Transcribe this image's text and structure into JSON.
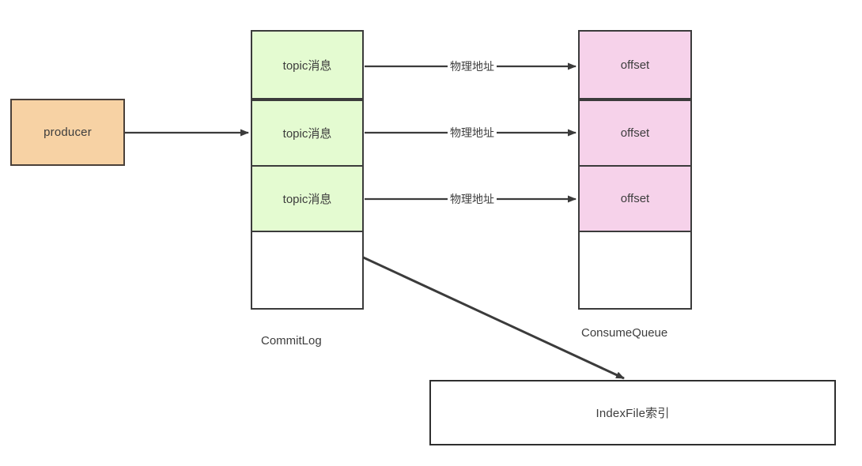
{
  "diagram": {
    "title": "RocketMQ CommitLog / ConsumeQueue / IndexFile storage diagram",
    "background": "#ffffff",
    "colors": {
      "producer_fill": "#f7d2a4",
      "producer_stroke": "#4a4039",
      "commitlog_fill": "#e4fbd1",
      "consumequeue_fill": "#f6d2ea",
      "box_stroke": "#3b3b3b",
      "line": "#3b3b3b",
      "text": "#3d3d3d"
    }
  },
  "producer": {
    "label": "producer"
  },
  "commitlog": {
    "caption": "CommitLog",
    "cells": [
      {
        "label": "topic消息",
        "filled": true
      },
      {
        "label": "topic消息",
        "filled": true
      },
      {
        "label": "topic消息",
        "filled": true
      },
      {
        "label": "",
        "filled": false
      }
    ]
  },
  "consumequeue": {
    "caption": "ConsumeQueue",
    "cells": [
      {
        "label": "offset",
        "filled": true
      },
      {
        "label": "offset",
        "filled": true
      },
      {
        "label": "offset",
        "filled": true
      },
      {
        "label": "",
        "filled": false
      }
    ]
  },
  "indexfile": {
    "label": "IndexFile索引"
  },
  "edges": [
    {
      "name": "producer-to-commitlog",
      "label": ""
    },
    {
      "name": "commitlog-row1-to-consumequeue-row1",
      "label": "物理地址"
    },
    {
      "name": "commitlog-row2-to-consumequeue-row2",
      "label": "物理地址"
    },
    {
      "name": "commitlog-row3-to-consumequeue-row3",
      "label": "物理地址"
    },
    {
      "name": "commitlog-to-indexfile",
      "label": ""
    }
  ]
}
